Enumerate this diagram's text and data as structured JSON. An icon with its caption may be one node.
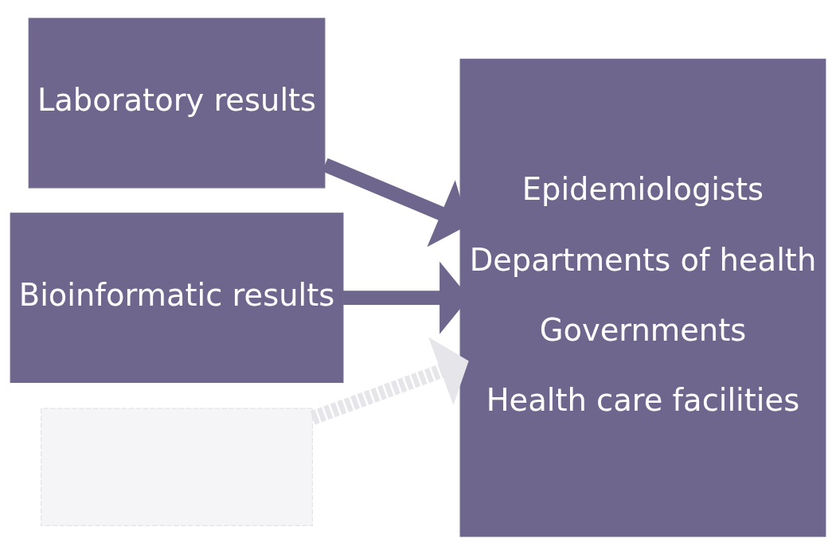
{
  "diagram": {
    "nodes": [
      {
        "text": [
          "Laboratory results"
        ]
      },
      {
        "text": [
          "Bioinformatic results"
        ]
      },
      {
        "text": [],
        "shape": "box"
      },
      {
        "text": [
          "Epidemiologists",
          "Departments of health",
          "Governments",
          "Health care facilities"
        ]
      }
    ],
    "edges": [
      {
        "from": 0,
        "to": 3,
        "arrow": "to"
      },
      {
        "from": 1,
        "to": 3,
        "arrow": "to"
      },
      {
        "from": 2,
        "to": 3,
        "arrow": "to",
        "style": "dashed",
        "color": "#e6e6ea"
      }
    ]
  }
}
